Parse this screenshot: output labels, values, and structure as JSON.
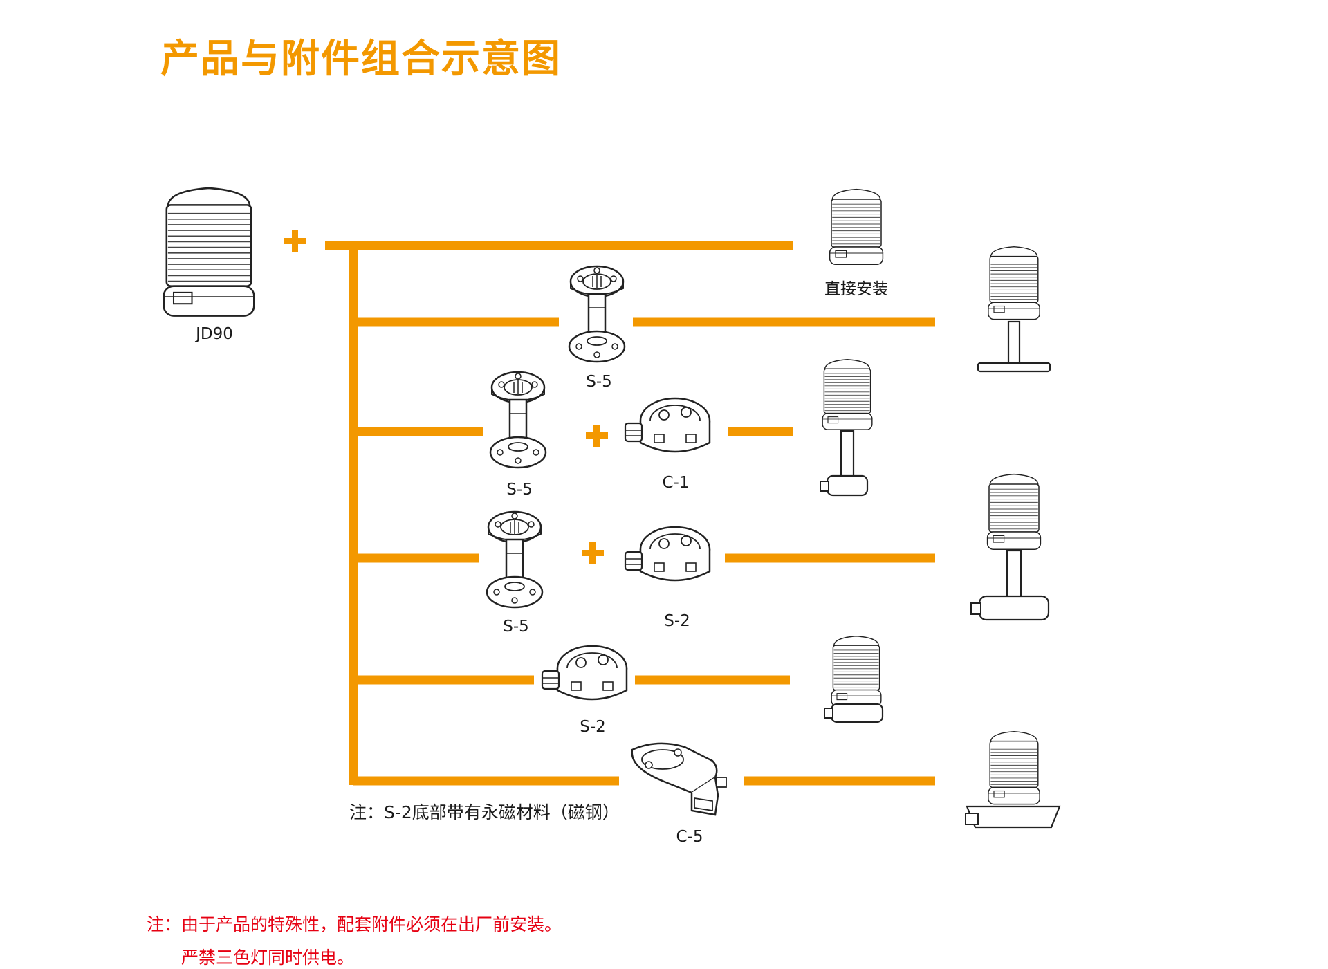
{
  "title": "产品与附件组合示意图",
  "colors": {
    "accent": "#f39800",
    "line": "#222222",
    "note_red": "#e60012"
  },
  "labels": {
    "product": "JD90",
    "direct_mount": "直接安装",
    "row2_s5": "S-5",
    "row3_s5": "S-5",
    "row3_c1": "C-1",
    "row4_s5": "S-5",
    "row4_s2": "S-2",
    "row5_s2": "S-2",
    "row6_c5": "C-5"
  },
  "inline_note": "注：S-2底部带有永磁材料（磁钢）",
  "bottom_note": {
    "line1": "注：由于产品的特殊性，配套附件必须在出厂前安装。",
    "line2": "严禁三色灯同时供电。"
  }
}
